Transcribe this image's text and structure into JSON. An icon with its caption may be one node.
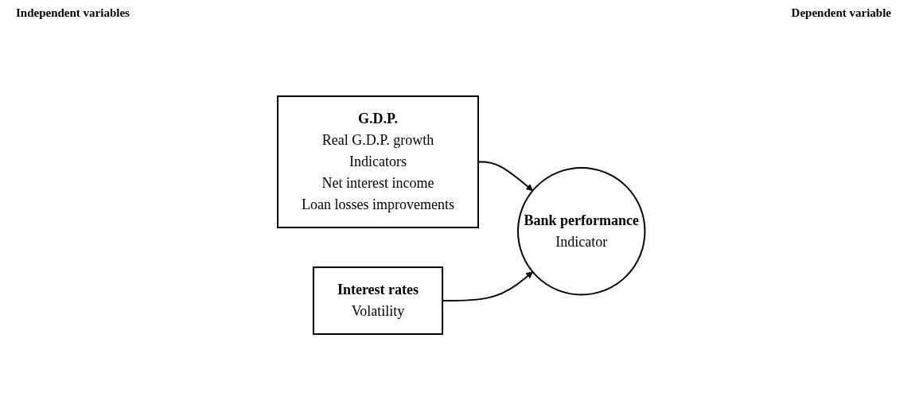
{
  "diagram": {
    "nodes": [
      {
        "text": [
          "G.D.P.",
          "Real G.D.P. growth",
          "Indicators",
          "Net interest income",
          "Loan losses improvements"
        ]
      },
      {
        "text": [
          "Interest rates",
          "Volatility"
        ]
      },
      {
        "text": [
          "Bank performance",
          "Indicator"
        ]
      }
    ],
    "edges": [
      {
        "from": 0,
        "to": 2,
        "arrow": "to"
      },
      {
        "from": 1,
        "to": 2,
        "arrow": "to"
      }
    ],
    "labels": [
      "Independent variables",
      "Dependent variable"
    ]
  }
}
